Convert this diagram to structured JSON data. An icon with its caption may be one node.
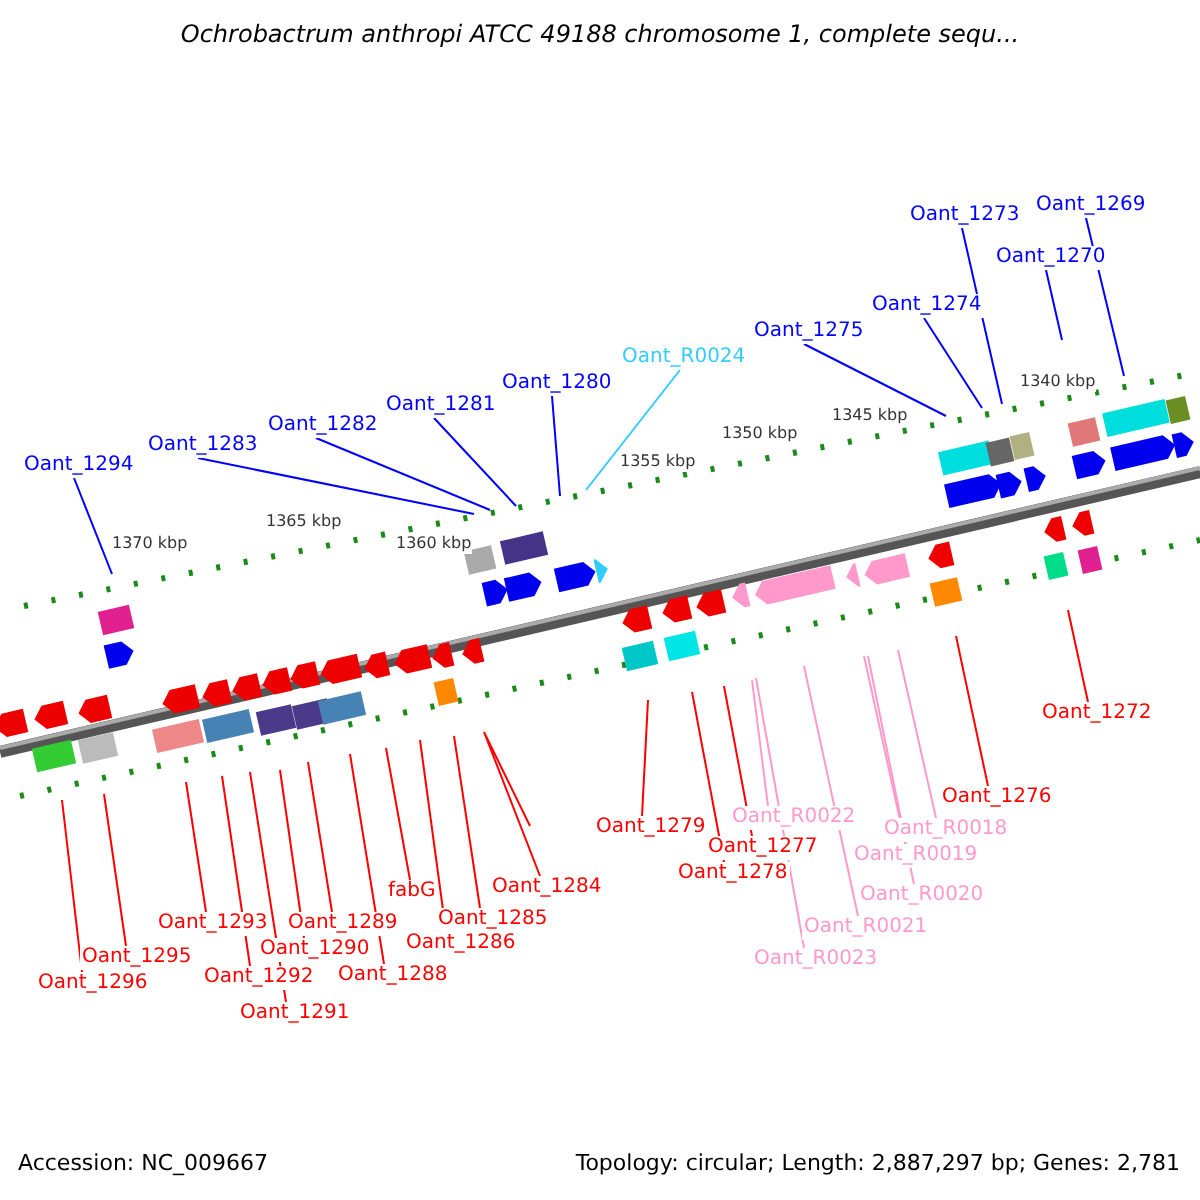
{
  "diagram": {
    "title": "Ochrobactrum anthropi ATCC 49188 chromosome 1, complete sequ...",
    "nodes": [
      {
        "text": [
          "Oant_1294"
        ]
      },
      {
        "text": [
          "Oant_1283"
        ]
      },
      {
        "text": [
          "Oant_1282"
        ]
      },
      {
        "text": [
          "Oant_1281"
        ]
      },
      {
        "text": [
          "Oant_1280"
        ]
      },
      {
        "text": [
          "Oant_R0024"
        ]
      },
      {
        "text": [
          "Oant_1275"
        ]
      },
      {
        "text": [
          "Oant_1274"
        ]
      },
      {
        "text": [
          "Oant_1273"
        ]
      },
      {
        "text": [
          "Oant_1270"
        ]
      },
      {
        "text": [
          "Oant_1269"
        ]
      },
      {
        "text": [
          "Oant_1296"
        ]
      },
      {
        "text": [
          "Oant_1295"
        ]
      },
      {
        "text": [
          "Oant_1293"
        ]
      },
      {
        "text": [
          "Oant_1292"
        ]
      },
      {
        "text": [
          "Oant_1291"
        ]
      },
      {
        "text": [
          "Oant_1290"
        ]
      },
      {
        "text": [
          "Oant_1289"
        ]
      },
      {
        "text": [
          "Oant_1288"
        ]
      },
      {
        "text": [
          "fabG"
        ]
      },
      {
        "text": [
          "Oant_1286"
        ]
      },
      {
        "text": [
          "Oant_1285"
        ]
      },
      {
        "text": [
          "Oant_1284"
        ]
      },
      {
        "text": [
          "Oant_1279"
        ]
      },
      {
        "text": [
          "Oant_1278"
        ]
      },
      {
        "text": [
          "Oant_1277"
        ]
      },
      {
        "text": [
          "Oant_R0022"
        ]
      },
      {
        "text": [
          "Oant_R0023"
        ]
      },
      {
        "text": [
          "Oant_R0021"
        ]
      },
      {
        "text": [
          "Oant_R0019"
        ]
      },
      {
        "text": [
          "Oant_R0020"
        ]
      },
      {
        "text": [
          "Oant_R0018"
        ]
      },
      {
        "text": [
          "Oant_1276"
        ]
      },
      {
        "text": [
          "Oant_1272"
        ]
      }
    ],
    "edges": [
      {
        "from": 0,
        "to": null,
        "arrow": "none",
        "color": "#0000ff"
      },
      {
        "from": 1,
        "to": null,
        "arrow": "none",
        "color": "#0000ff"
      },
      {
        "from": 2,
        "to": null,
        "arrow": "none",
        "color": "#0000ff"
      },
      {
        "from": 3,
        "to": null,
        "arrow": "none",
        "color": "#0000ff"
      },
      {
        "from": 4,
        "to": null,
        "arrow": "none",
        "color": "#0000ff"
      },
      {
        "from": 5,
        "to": null,
        "arrow": "none",
        "color": "#33ccff"
      },
      {
        "from": 6,
        "to": null,
        "arrow": "none",
        "color": "#0000ff"
      },
      {
        "from": 7,
        "to": null,
        "arrow": "none",
        "color": "#0000ff"
      },
      {
        "from": 8,
        "to": null,
        "arrow": "none",
        "color": "#0000ff"
      },
      {
        "from": 9,
        "to": null,
        "arrow": "none",
        "color": "#0000ff"
      },
      {
        "from": 10,
        "to": null,
        "arrow": "none",
        "color": "#0000ff"
      },
      {
        "from": 11,
        "to": null,
        "arrow": "none"
      },
      {
        "from": 12,
        "to": null,
        "arrow": "none"
      },
      {
        "from": 13,
        "to": null,
        "arrow": "none"
      },
      {
        "from": 14,
        "to": null,
        "arrow": "none"
      },
      {
        "from": 15,
        "to": null,
        "arrow": "none"
      },
      {
        "from": 16,
        "to": null,
        "arrow": "none"
      },
      {
        "from": 17,
        "to": null,
        "arrow": "none"
      },
      {
        "from": 18,
        "to": null,
        "arrow": "none"
      },
      {
        "from": 19,
        "to": null,
        "arrow": "none"
      },
      {
        "from": 20,
        "to": null,
        "arrow": "none"
      },
      {
        "from": 21,
        "to": null,
        "arrow": "none"
      },
      {
        "from": 22,
        "to": null,
        "arrow": "none"
      },
      {
        "from": 23,
        "to": null,
        "arrow": "none"
      },
      {
        "from": 24,
        "to": null,
        "arrow": "none"
      },
      {
        "from": 25,
        "to": null,
        "arrow": "none"
      },
      {
        "from": 26,
        "to": null,
        "arrow": "none",
        "color": "#ff99cc"
      },
      {
        "from": 27,
        "to": null,
        "arrow": "none",
        "color": "#ff99cc"
      },
      {
        "from": 28,
        "to": null,
        "arrow": "none",
        "color": "#ff99cc"
      },
      {
        "from": 29,
        "to": null,
        "arrow": "none",
        "color": "#ff99cc"
      },
      {
        "from": 30,
        "to": null,
        "arrow": "none",
        "color": "#ff99cc"
      },
      {
        "from": 31,
        "to": null,
        "arrow": "none",
        "color": "#ff99cc"
      },
      {
        "from": 32,
        "to": null,
        "arrow": "none"
      },
      {
        "from": 33,
        "to": null,
        "arrow": "none"
      }
    ],
    "labels": [
      "1340 kbp",
      "1345 kbp",
      "1350 kbp",
      "1355 kbp",
      "1360 kbp",
      "1365 kbp",
      "1370 kbp",
      "Accession: NC_009667",
      "Topology: circular; Length: 2,887,297 bp; Genes: 2,781"
    ]
  }
}
